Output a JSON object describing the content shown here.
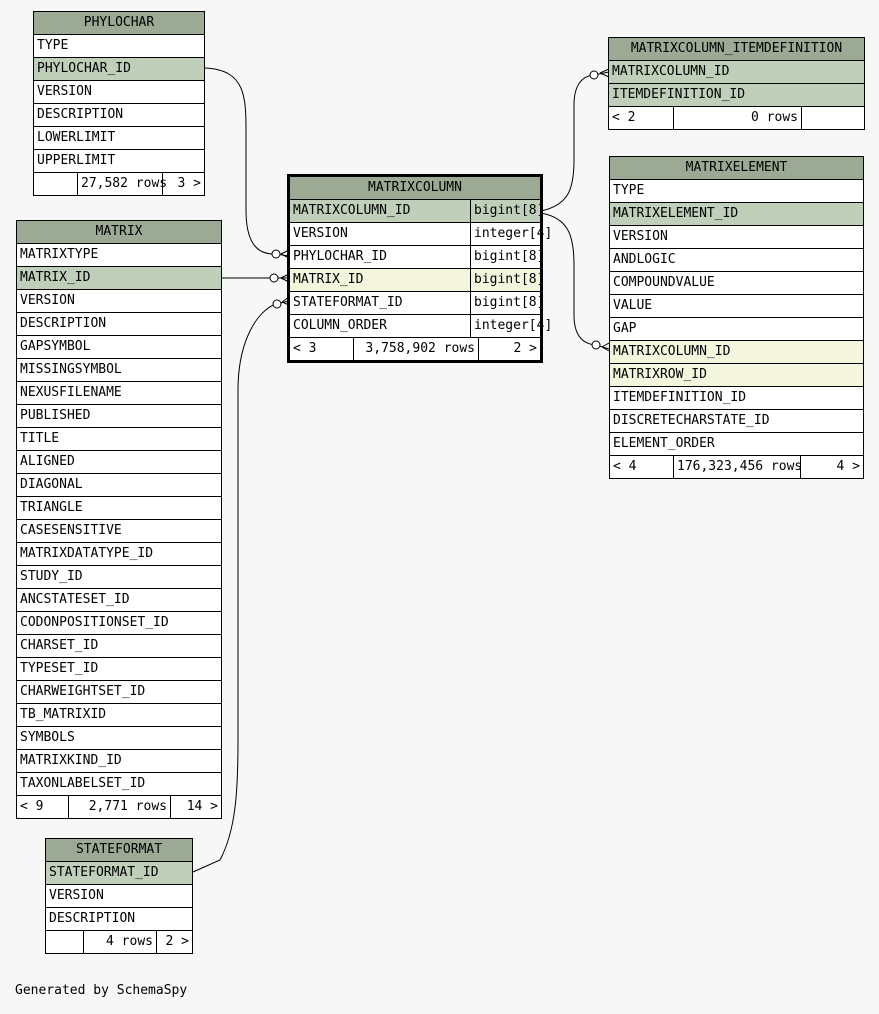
{
  "credit": "Generated by SchemaSpy",
  "tables": {
    "phylochar": {
      "name": "PHYLOCHAR",
      "columns": [
        {
          "name": "TYPE",
          "key": ""
        },
        {
          "name": "PHYLOCHAR_ID",
          "key": "pk"
        },
        {
          "name": "VERSION",
          "key": ""
        },
        {
          "name": "DESCRIPTION",
          "key": ""
        },
        {
          "name": "LOWERLIMIT",
          "key": ""
        },
        {
          "name": "UPPERLIMIT",
          "key": ""
        }
      ],
      "footer": {
        "parents": "",
        "rows": "27,582 rows",
        "children": "3 >"
      }
    },
    "matrix": {
      "name": "MATRIX",
      "columns": [
        {
          "name": "MATRIXTYPE",
          "key": ""
        },
        {
          "name": "MATRIX_ID",
          "key": "pk"
        },
        {
          "name": "VERSION",
          "key": ""
        },
        {
          "name": "DESCRIPTION",
          "key": ""
        },
        {
          "name": "GAPSYMBOL",
          "key": ""
        },
        {
          "name": "MISSINGSYMBOL",
          "key": ""
        },
        {
          "name": "NEXUSFILENAME",
          "key": ""
        },
        {
          "name": "PUBLISHED",
          "key": ""
        },
        {
          "name": "TITLE",
          "key": ""
        },
        {
          "name": "ALIGNED",
          "key": ""
        },
        {
          "name": "DIAGONAL",
          "key": ""
        },
        {
          "name": "TRIANGLE",
          "key": ""
        },
        {
          "name": "CASESENSITIVE",
          "key": ""
        },
        {
          "name": "MATRIXDATATYPE_ID",
          "key": ""
        },
        {
          "name": "STUDY_ID",
          "key": ""
        },
        {
          "name": "ANCSTATESET_ID",
          "key": ""
        },
        {
          "name": "CODONPOSITIONSET_ID",
          "key": ""
        },
        {
          "name": "CHARSET_ID",
          "key": ""
        },
        {
          "name": "TYPESET_ID",
          "key": ""
        },
        {
          "name": "CHARWEIGHTSET_ID",
          "key": ""
        },
        {
          "name": "TB_MATRIXID",
          "key": ""
        },
        {
          "name": "SYMBOLS",
          "key": ""
        },
        {
          "name": "MATRIXKIND_ID",
          "key": ""
        },
        {
          "name": "TAXONLABELSET_ID",
          "key": ""
        }
      ],
      "footer": {
        "parents": "< 9",
        "rows": "2,771 rows",
        "children": "14 >"
      }
    },
    "stateformat": {
      "name": "STATEFORMAT",
      "columns": [
        {
          "name": "STATEFORMAT_ID",
          "key": "pk"
        },
        {
          "name": "VERSION",
          "key": ""
        },
        {
          "name": "DESCRIPTION",
          "key": ""
        }
      ],
      "footer": {
        "parents": "",
        "rows": "4 rows",
        "children": "2 >"
      }
    },
    "matrixcolumn": {
      "name": "MATRIXCOLUMN",
      "columns": [
        {
          "name": "MATRIXCOLUMN_ID",
          "type": "bigint[8]",
          "key": "pk"
        },
        {
          "name": "VERSION",
          "type": "integer[4]",
          "key": ""
        },
        {
          "name": "PHYLOCHAR_ID",
          "type": "bigint[8]",
          "key": ""
        },
        {
          "name": "MATRIX_ID",
          "type": "bigint[8]",
          "key": "fk"
        },
        {
          "name": "STATEFORMAT_ID",
          "type": "bigint[8]",
          "key": ""
        },
        {
          "name": "COLUMN_ORDER",
          "type": "integer[4]",
          "key": ""
        }
      ],
      "footer": {
        "parents": "< 3",
        "rows": "3,758,902 rows",
        "children": "2 >"
      }
    },
    "matrixcolumn_itemdefinition": {
      "name": "MATRIXCOLUMN_ITEMDEFINITION",
      "columns": [
        {
          "name": "MATRIXCOLUMN_ID",
          "key": "pk"
        },
        {
          "name": "ITEMDEFINITION_ID",
          "key": "pk"
        }
      ],
      "footer": {
        "parents": "< 2",
        "rows": "0 rows",
        "children": ""
      }
    },
    "matrixelement": {
      "name": "MATRIXELEMENT",
      "columns": [
        {
          "name": "TYPE",
          "key": ""
        },
        {
          "name": "MATRIXELEMENT_ID",
          "key": "pk"
        },
        {
          "name": "VERSION",
          "key": ""
        },
        {
          "name": "ANDLOGIC",
          "key": ""
        },
        {
          "name": "COMPOUNDVALUE",
          "key": ""
        },
        {
          "name": "VALUE",
          "key": ""
        },
        {
          "name": "GAP",
          "key": ""
        },
        {
          "name": "MATRIXCOLUMN_ID",
          "key": "fk"
        },
        {
          "name": "MATRIXROW_ID",
          "key": "fk"
        },
        {
          "name": "ITEMDEFINITION_ID",
          "key": ""
        },
        {
          "name": "DISCRETECHARSTATE_ID",
          "key": ""
        },
        {
          "name": "ELEMENT_ORDER",
          "key": ""
        }
      ],
      "footer": {
        "parents": "< 4",
        "rows": "176,323,456 rows",
        "children": "4 >"
      }
    }
  },
  "relationships": [
    {
      "from": "phylochar.PHYLOCHAR_ID",
      "to": "matrixcolumn.PHYLOCHAR_ID"
    },
    {
      "from": "matrix.MATRIX_ID",
      "to": "matrixcolumn.MATRIX_ID"
    },
    {
      "from": "stateformat.STATEFORMAT_ID",
      "to": "matrixcolumn.STATEFORMAT_ID"
    },
    {
      "from": "matrixcolumn.MATRIXCOLUMN_ID",
      "to": "matrixcolumn_itemdefinition.MATRIXCOLUMN_ID"
    },
    {
      "from": "matrixcolumn.MATRIXCOLUMN_ID",
      "to": "matrixelement.MATRIXCOLUMN_ID"
    }
  ]
}
